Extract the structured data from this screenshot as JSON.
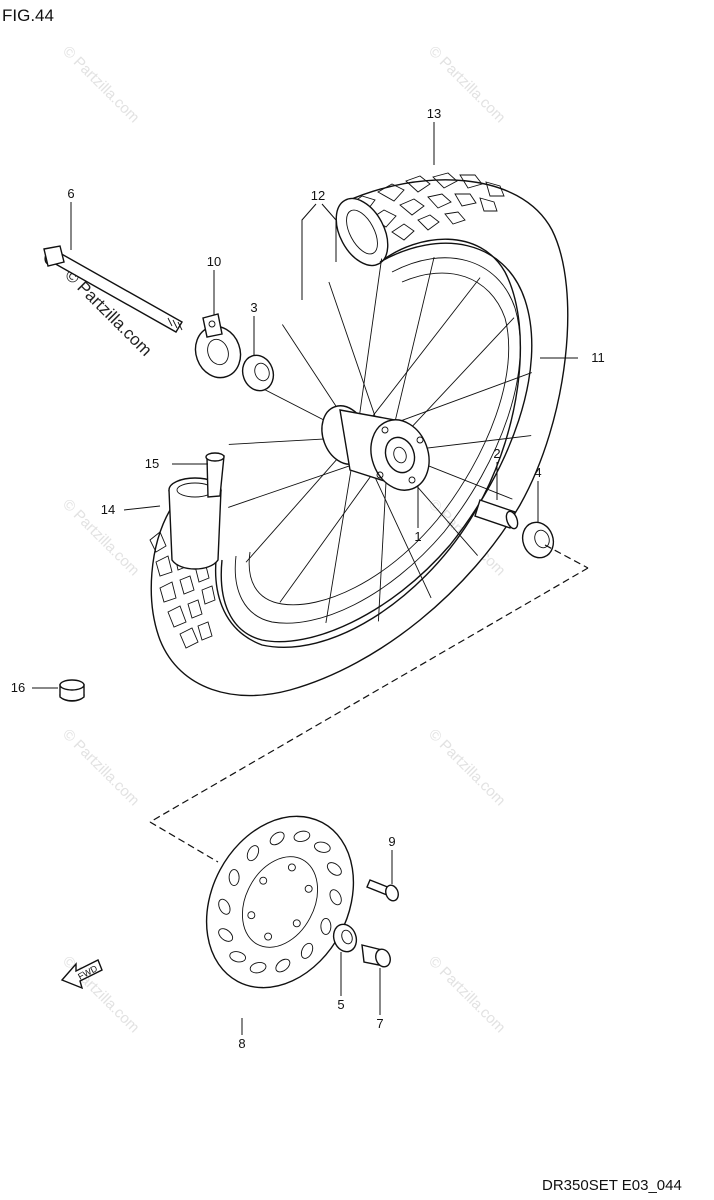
{
  "figure": {
    "title": "FIG.44",
    "code": "DR350SET E03_044",
    "fwd_label": "FWD"
  },
  "watermark": {
    "text": "© Partzilla.com",
    "logo_text": "© Partzilla.com"
  },
  "callouts": [
    {
      "id": "c1",
      "label": "1"
    },
    {
      "id": "c2",
      "label": "2"
    },
    {
      "id": "c3",
      "label": "3"
    },
    {
      "id": "c4",
      "label": "4"
    },
    {
      "id": "c5",
      "label": "5"
    },
    {
      "id": "c6",
      "label": "6"
    },
    {
      "id": "c7",
      "label": "7"
    },
    {
      "id": "c8",
      "label": "8"
    },
    {
      "id": "c9",
      "label": "9"
    },
    {
      "id": "c10",
      "label": "10"
    },
    {
      "id": "c11",
      "label": "11"
    },
    {
      "id": "c12",
      "label": "12"
    },
    {
      "id": "c13",
      "label": "13"
    },
    {
      "id": "c14",
      "label": "14"
    },
    {
      "id": "c15",
      "label": "15"
    },
    {
      "id": "c16",
      "label": "16"
    }
  ]
}
